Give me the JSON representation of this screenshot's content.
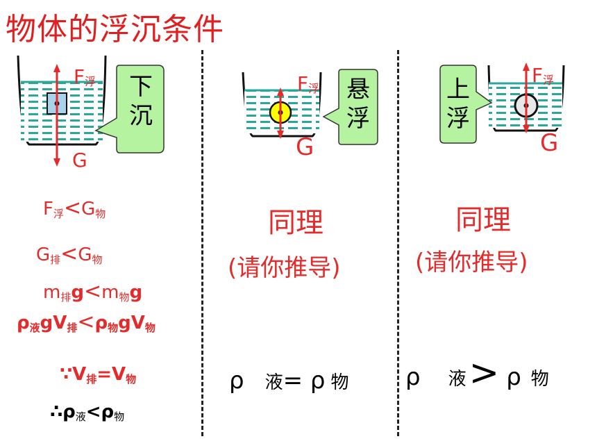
{
  "title": "物体的浮沉条件",
  "panel1": {
    "callout": [
      "下",
      "沉"
    ],
    "force_up": "F",
    "force_up_sub": "浮",
    "force_down": "G",
    "lines": [
      {
        "a": "F",
        "as": "浮",
        "op": "<",
        "b": "G",
        "bs": "物"
      },
      {
        "a": "G",
        "as": "排",
        "op": "<",
        "b": "G",
        "bs": "物"
      },
      {
        "a": "m",
        "as": "排",
        "a2": "g",
        "op": "<",
        "b": "m",
        "bs": "物",
        "b2": "g"
      },
      {
        "a": "ρ",
        "as": "液",
        "a2": "gV",
        "as2": "排",
        "op": "<",
        "b": "ρ",
        "bs": "物",
        "b2": "gV",
        "bs2": "物"
      }
    ],
    "because": "∵V",
    "because_sub1": "排",
    "because_mid": "=V",
    "because_sub2": "物",
    "therefore": "∴ρ",
    "therefore_sub1": "液",
    "therefore_mid": "<ρ",
    "therefore_sub2": "物"
  },
  "panel2": {
    "callout": [
      "悬",
      "浮"
    ],
    "force_up": "F",
    "force_up_sub": "浮",
    "force_down": "G",
    "same": "同理",
    "derive": "(请你推导)",
    "eq_rho1": "ρ",
    "eq_sub1": "液",
    "eq_op": "= ρ",
    "eq_sub2": "物"
  },
  "panel3": {
    "callout": [
      "上",
      "浮"
    ],
    "force_up": "F",
    "force_up_sub": "浮",
    "force_down": "G",
    "same": "同理",
    "derive": "(请你推导)",
    "eq_rho1": "ρ",
    "eq_sub1": "液",
    "eq_op": ">",
    "eq_rho2": "ρ",
    "eq_sub2": "物"
  },
  "colors": {
    "red": "#e42b2b",
    "water": "#2aa79b",
    "callout": "#b5f3a1",
    "ball": "#ffff00"
  }
}
